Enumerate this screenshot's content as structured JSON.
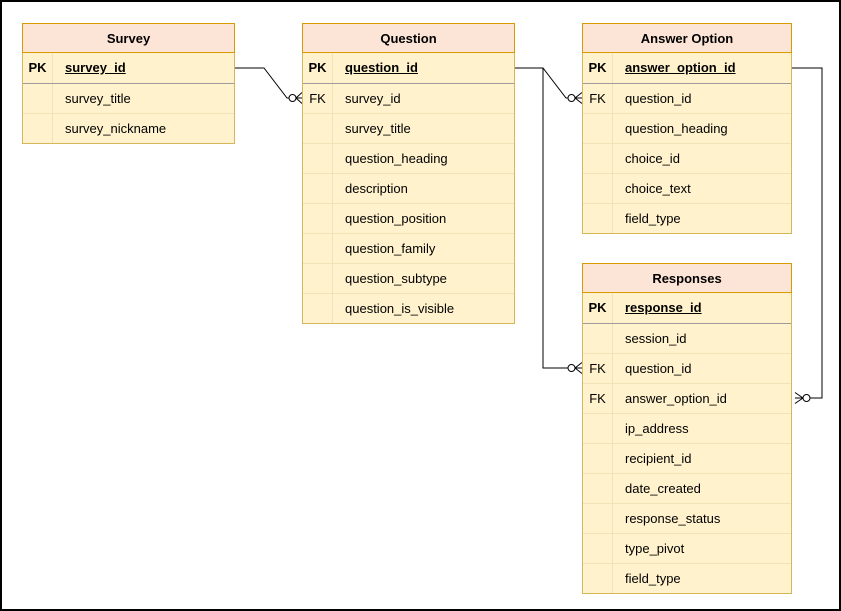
{
  "diagram": {
    "type": "entity-relationship",
    "tables": [
      {
        "title": "Survey",
        "rows": [
          {
            "key": "PK",
            "field": "survey_id",
            "pk": true
          },
          {
            "key": "",
            "field": "survey_title",
            "pk": false
          },
          {
            "key": "",
            "field": "survey_nickname",
            "pk": false
          }
        ]
      },
      {
        "title": "Question",
        "rows": [
          {
            "key": "PK",
            "field": "question_id",
            "pk": true
          },
          {
            "key": "FK",
            "field": "survey_id",
            "pk": false
          },
          {
            "key": "",
            "field": "survey_title",
            "pk": false
          },
          {
            "key": "",
            "field": "question_heading",
            "pk": false
          },
          {
            "key": "",
            "field": "description",
            "pk": false
          },
          {
            "key": "",
            "field": "question_position",
            "pk": false
          },
          {
            "key": "",
            "field": "question_family",
            "pk": false
          },
          {
            "key": "",
            "field": "question_subtype",
            "pk": false
          },
          {
            "key": "",
            "field": "question_is_visible",
            "pk": false
          }
        ]
      },
      {
        "title": "Answer Option",
        "rows": [
          {
            "key": "PK",
            "field": "answer_option_id",
            "pk": true
          },
          {
            "key": "FK",
            "field": "question_id",
            "pk": false
          },
          {
            "key": "",
            "field": "question_heading",
            "pk": false
          },
          {
            "key": "",
            "field": "choice_id",
            "pk": false
          },
          {
            "key": "",
            "field": "choice_text",
            "pk": false
          },
          {
            "key": "",
            "field": "field_type",
            "pk": false
          }
        ]
      },
      {
        "title": "Responses",
        "rows": [
          {
            "key": "PK",
            "field": "response_id",
            "pk": true
          },
          {
            "key": "",
            "field": "session_id",
            "pk": false
          },
          {
            "key": "FK",
            "field": "question_id",
            "pk": false
          },
          {
            "key": "FK",
            "field": "answer_option_id",
            "pk": false
          },
          {
            "key": "",
            "field": "ip_address",
            "pk": false
          },
          {
            "key": "",
            "field": "recipient_id",
            "pk": false
          },
          {
            "key": "",
            "field": "date_created",
            "pk": false
          },
          {
            "key": "",
            "field": "response_status",
            "pk": false
          },
          {
            "key": "",
            "field": "type_pivot",
            "pk": false
          },
          {
            "key": "",
            "field": "field_type",
            "pk": false
          }
        ]
      }
    ],
    "relationships": [
      {
        "from": "Survey.survey_id",
        "to": "Question.survey_id",
        "cardinality": "one to zero-or-many"
      },
      {
        "from": "Question.question_id",
        "to": "Answer Option.question_id",
        "cardinality": "one to zero-or-many"
      },
      {
        "from": "Question.question_id",
        "to": "Responses.question_id",
        "cardinality": "one to zero-or-many"
      },
      {
        "from": "Answer Option.answer_option_id",
        "to": "Responses.answer_option_id",
        "cardinality": "one to zero-or-many"
      }
    ],
    "colors": {
      "header_fill": "#fce5d6",
      "body_fill": "#fff2cc",
      "header_stroke": "#d79b00",
      "body_stroke": "#d6b656",
      "row_divider": "#efe3b7",
      "pk_divider": "#9b9b9b",
      "connector": "#000000",
      "canvas_border": "#000000",
      "background": "#ffffff"
    }
  }
}
